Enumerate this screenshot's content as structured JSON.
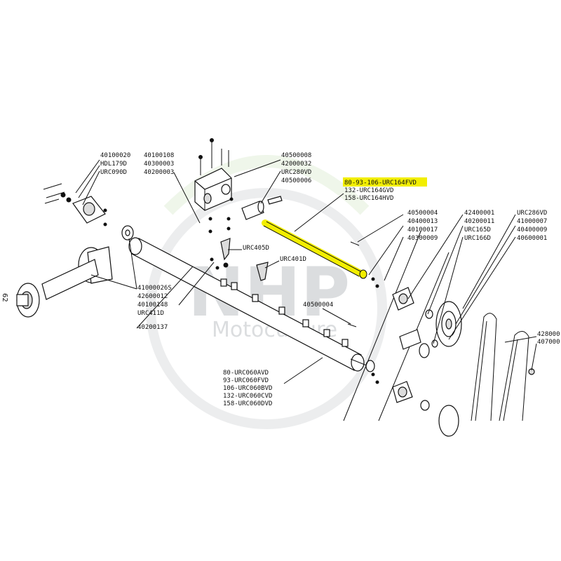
{
  "page_number": "62",
  "watermark": {
    "brand": "NHP",
    "sub": "Motoculture"
  },
  "highlight_color": "#f2ee00",
  "label_groups": [
    {
      "id": "g1",
      "lines": [
        "40100020",
        "HDL179D",
        "URC090D"
      ]
    },
    {
      "id": "g2",
      "lines": [
        "40100108",
        "40300003",
        "40200003"
      ]
    },
    {
      "id": "g3",
      "lines": [
        "40500008",
        "42000032",
        "URC280VD",
        "40500006"
      ]
    },
    {
      "id": "g4",
      "lines": [
        "80-93-106-URC164FVD",
        "132-URC164GVD",
        "158-URC164HVD"
      ]
    },
    {
      "id": "g5",
      "lines": [
        "40500004",
        "40400013",
        "40100017",
        "40300009"
      ]
    },
    {
      "id": "g6",
      "lines": [
        "42400001",
        "40200011",
        "URC165D",
        "URC166D"
      ]
    },
    {
      "id": "g7",
      "lines": [
        "URC286VD",
        "41000007",
        "40400009",
        "40600001"
      ]
    },
    {
      "id": "g8",
      "lines": [
        "428000",
        "407000"
      ]
    },
    {
      "id": "g9",
      "lines": [
        "URC405D"
      ]
    },
    {
      "id": "g10",
      "lines": [
        "URC401D"
      ]
    },
    {
      "id": "g11",
      "lines": [
        "41000026S",
        "42600012",
        "40100148",
        "URC411D"
      ]
    },
    {
      "id": "g12",
      "lines": [
        "40200137"
      ]
    },
    {
      "id": "g13",
      "lines": [
        "40500004"
      ]
    },
    {
      "id": "g14",
      "lines": [
        "80-URC060AVD",
        "93-URC060FVD",
        "106-URC060BVD",
        "132-URC060CVD",
        "158-URC060DVD"
      ]
    }
  ]
}
